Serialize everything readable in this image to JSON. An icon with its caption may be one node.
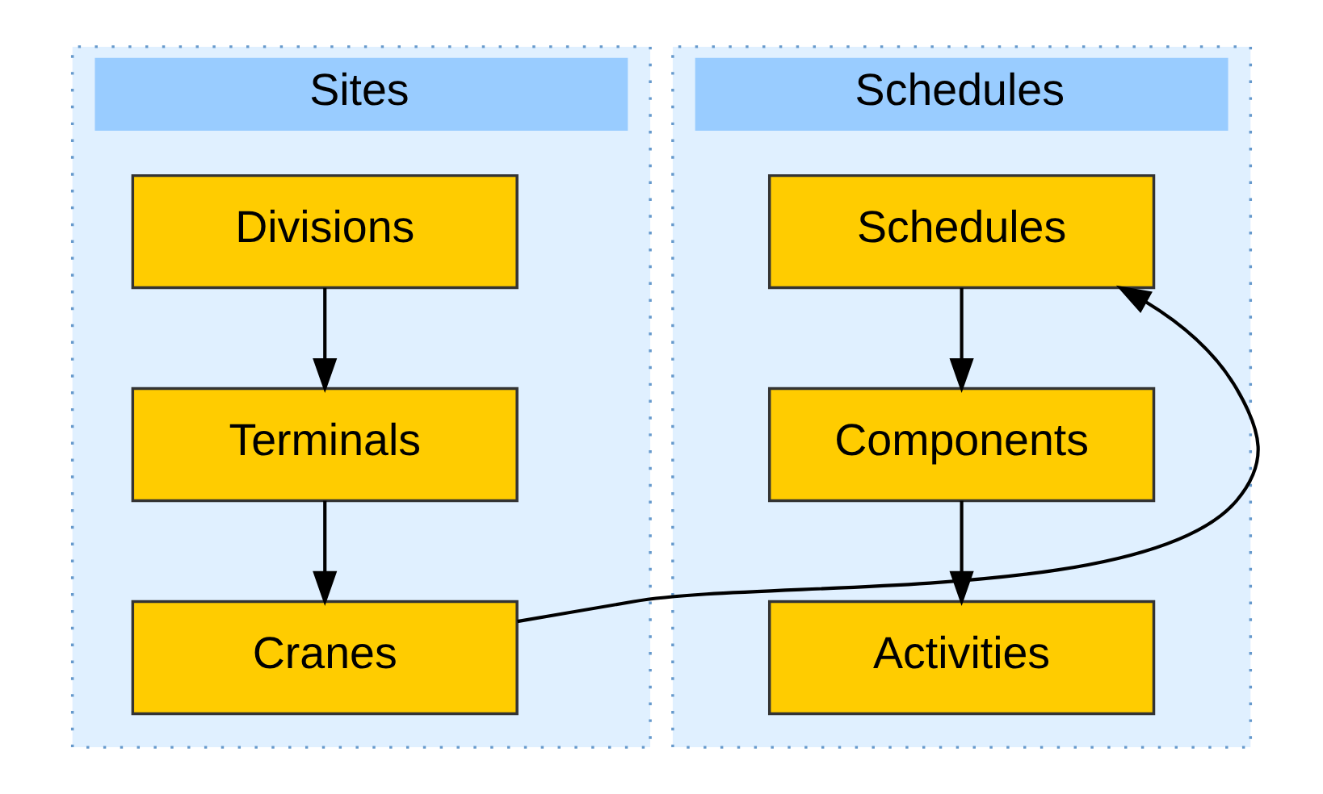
{
  "diagram": {
    "nodes": [
      {
        "text": [
          "Sites"
        ]
      },
      {
        "text": [
          "Divisions"
        ],
        "in": 0
      },
      {
        "text": [
          "Terminals"
        ],
        "in": 0
      },
      {
        "text": [
          "Cranes"
        ],
        "in": 0
      },
      {
        "text": [
          "Schedules"
        ]
      },
      {
        "text": [
          "Schedules"
        ],
        "in": 4
      },
      {
        "text": [
          "Components"
        ],
        "in": 4
      },
      {
        "text": [
          "Activities"
        ],
        "in": 4
      }
    ],
    "edges": [
      {
        "from": 1,
        "to": 2,
        "arrow": "to"
      },
      {
        "from": 2,
        "to": 3,
        "arrow": "to"
      },
      {
        "from": 3,
        "to": 5,
        "arrow": "to"
      },
      {
        "from": 5,
        "to": 6,
        "arrow": "to"
      },
      {
        "from": 6,
        "to": 7,
        "arrow": "to"
      }
    ]
  }
}
